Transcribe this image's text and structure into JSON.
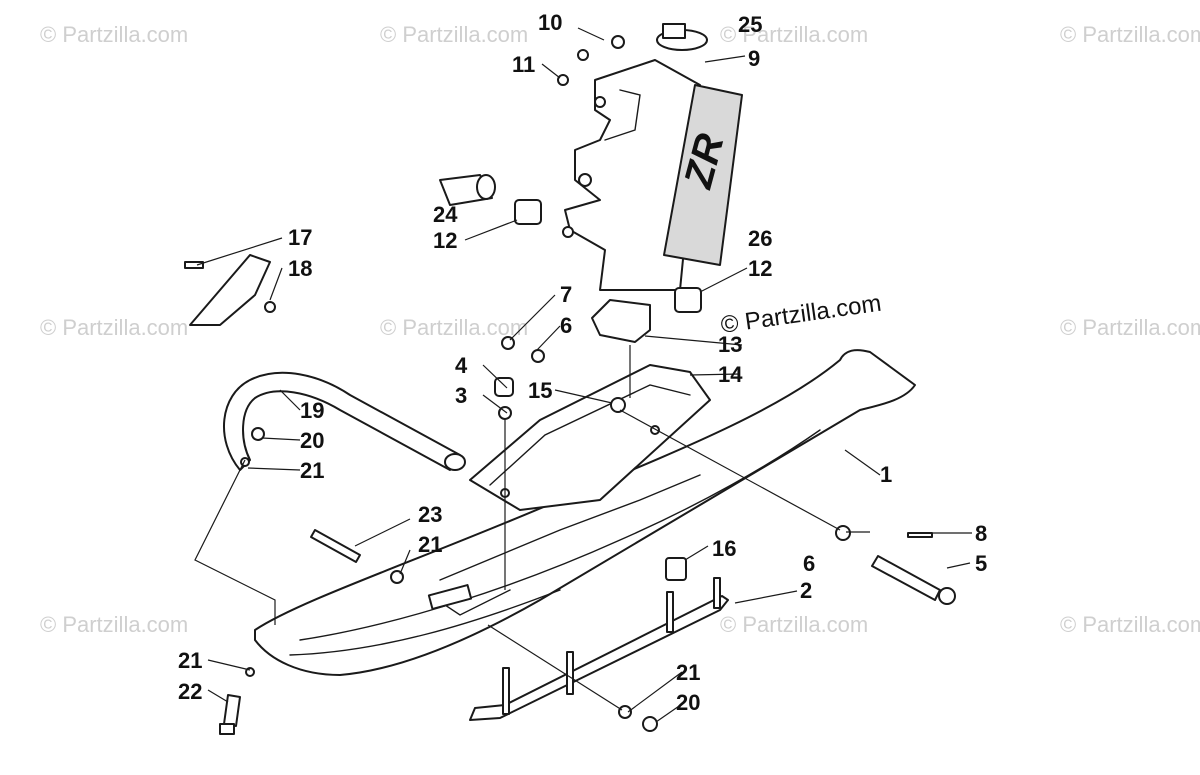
{
  "watermark": "© Partzilla.com",
  "brand_label": "© Partzilla.com",
  "decal_text": "ZR",
  "callouts": [
    "1",
    "2",
    "3",
    "4",
    "5",
    "6",
    "6",
    "7",
    "8",
    "9",
    "10",
    "11",
    "12",
    "12",
    "13",
    "14",
    "15",
    "16",
    "17",
    "18",
    "19",
    "20",
    "20",
    "21",
    "21",
    "21",
    "21",
    "22",
    "23",
    "24",
    "25",
    "26"
  ]
}
